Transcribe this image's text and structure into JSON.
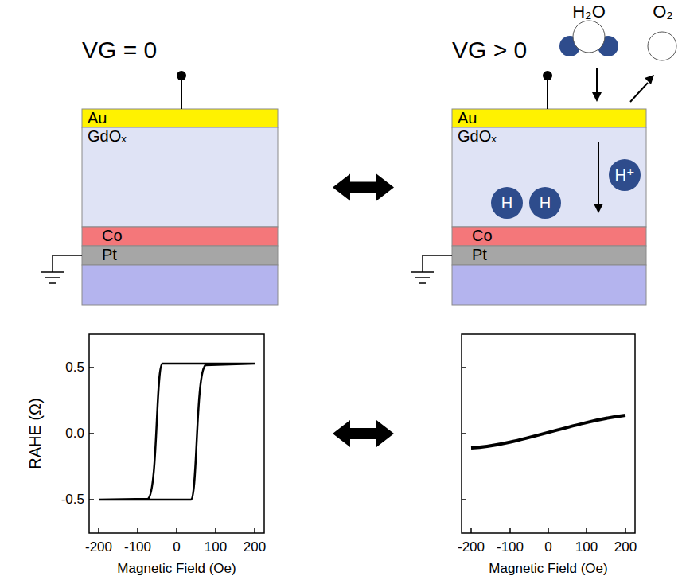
{
  "diagram": {
    "nodes": [
      {
        "text": [
          "Au"
        ]
      },
      {
        "text": [
          "GdOₓ"
        ]
      },
      {
        "text": [
          "Co"
        ]
      },
      {
        "text": [
          "Pt"
        ]
      },
      {
        "text": [
          "Au"
        ]
      },
      {
        "text": [
          "GdOₓ"
        ]
      },
      {
        "text": [
          "H"
        ],
        "in": 5
      },
      {
        "text": [
          "H"
        ],
        "in": 5
      },
      {
        "text": [
          "H⁺"
        ],
        "in": 5
      },
      {
        "text": [
          "Co"
        ]
      },
      {
        "text": [
          "Pt"
        ]
      }
    ],
    "edges": [
      {
        "from": 1,
        "to": 5,
        "arrow": "both"
      }
    ],
    "labels": [
      "VG = 0",
      "VG > 0",
      "H₂O",
      "O₂",
      "RAHE (Ω)",
      "0.5",
      "0.0",
      "-0.5",
      "-200",
      "-100",
      "0",
      "100",
      "200",
      "Magnetic Field (Oe)",
      "-200",
      "-100",
      "0",
      "100",
      "200",
      "Magnetic Field (Oe)"
    ]
  }
}
